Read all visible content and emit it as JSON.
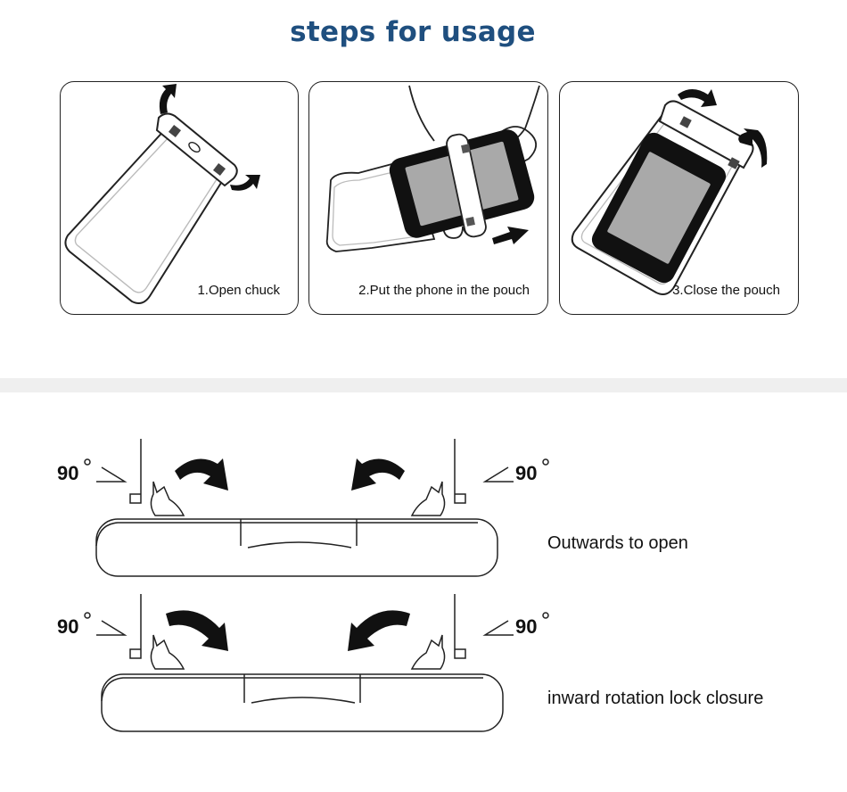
{
  "title": "steps for usage",
  "steps": [
    {
      "caption": "1.Open chuck"
    },
    {
      "caption": "2.Put the phone in the pouch"
    },
    {
      "caption": "3.Close the pouch"
    }
  ],
  "rotation": {
    "angle_label": "90",
    "open_text": "Outwards to open",
    "close_text": "inward rotation lock closure"
  }
}
